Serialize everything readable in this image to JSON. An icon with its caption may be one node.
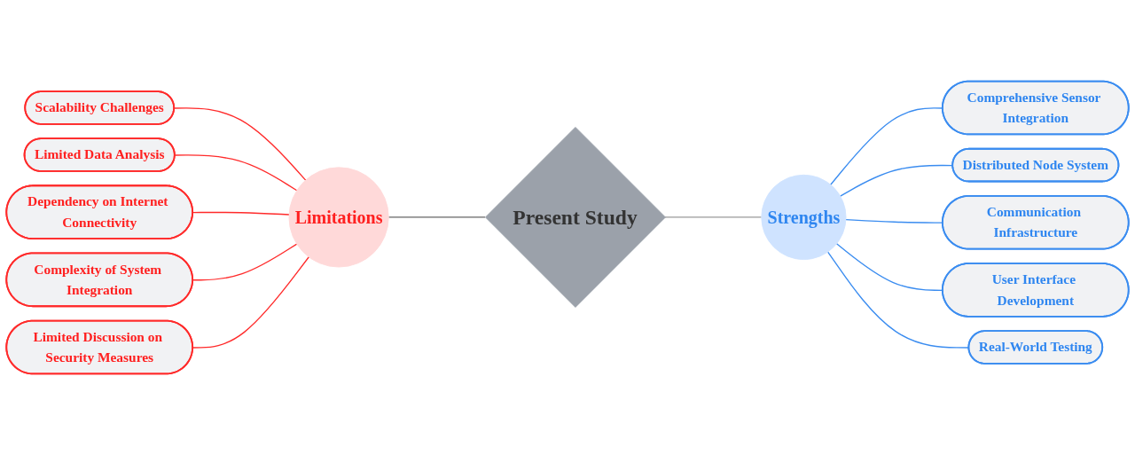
{
  "diagram": {
    "nodes": [
      {
        "text": [
          "Present Study"
        ]
      },
      {
        "text": [
          "Limitations"
        ]
      },
      {
        "text": [
          "Strengths"
        ]
      },
      {
        "text": [
          "Scalability Challenges"
        ]
      },
      {
        "text": [
          "Limited Data Analysis"
        ]
      },
      {
        "text": [
          "Dependency on Internet Connectivity"
        ]
      },
      {
        "text": [
          "Complexity of System Integration"
        ]
      },
      {
        "text": [
          "Limited Discussion on Security Measures"
        ]
      },
      {
        "text": [
          "Comprehensive Sensor Integration"
        ]
      },
      {
        "text": [
          "Distributed Node System"
        ]
      },
      {
        "text": [
          "Communication Infrastructure"
        ]
      },
      {
        "text": [
          "User Interface Development"
        ]
      },
      {
        "text": [
          "Real-World Testing"
        ]
      }
    ],
    "edges": [
      {
        "from": 3,
        "to": 1,
        "arrow": "none",
        "color": "#ff2a2a"
      },
      {
        "from": 4,
        "to": 1,
        "arrow": "none",
        "color": "#ff2a2a"
      },
      {
        "from": 5,
        "to": 1,
        "arrow": "none",
        "color": "#ff2a2a"
      },
      {
        "from": 6,
        "to": 1,
        "arrow": "none",
        "color": "#ff2a2a"
      },
      {
        "from": 7,
        "to": 1,
        "arrow": "none",
        "color": "#ff2a2a"
      },
      {
        "from": 1,
        "to": 0,
        "arrow": "none",
        "color": "#666666"
      },
      {
        "from": 0,
        "to": 2,
        "arrow": "none",
        "color": "#999999"
      },
      {
        "from": 2,
        "to": 8,
        "arrow": "none",
        "color": "#3a8cf0"
      },
      {
        "from": 2,
        "to": 9,
        "arrow": "none",
        "color": "#3a8cf0"
      },
      {
        "from": 2,
        "to": 10,
        "arrow": "none",
        "color": "#3a8cf0"
      },
      {
        "from": 2,
        "to": 11,
        "arrow": "none",
        "color": "#3a8cf0"
      },
      {
        "from": 2,
        "to": 12,
        "arrow": "none",
        "color": "#3a8cf0"
      }
    ]
  }
}
